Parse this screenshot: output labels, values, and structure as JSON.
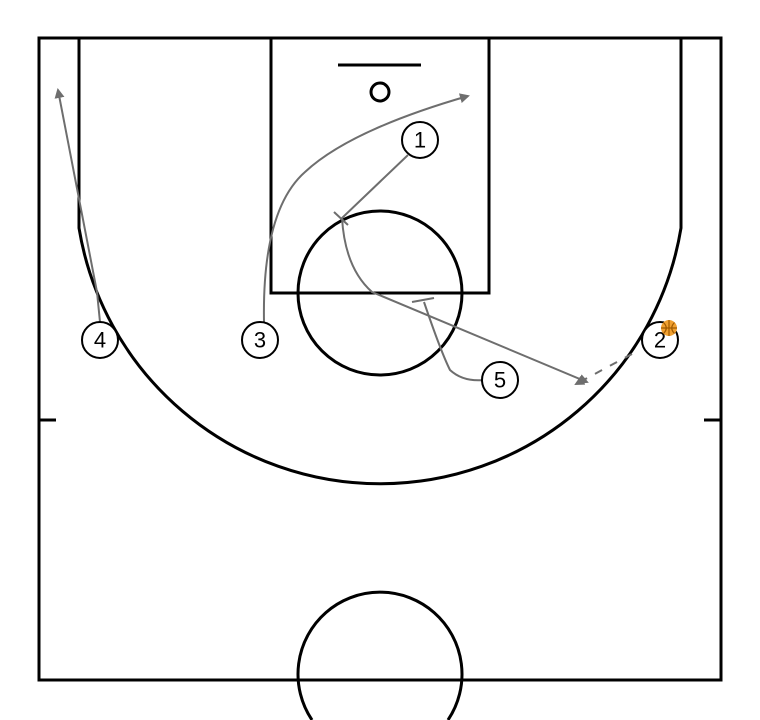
{
  "diagram": {
    "colors": {
      "court_lines": "#000000",
      "movement": "#6e6e6e",
      "ball": "#f0a030",
      "ball_seam": "#a05a00",
      "background": "#ffffff"
    },
    "players": [
      {
        "id": "p1",
        "label": "1"
      },
      {
        "id": "p2",
        "label": "2",
        "has_ball": true
      },
      {
        "id": "p3",
        "label": "3"
      },
      {
        "id": "p4",
        "label": "4"
      },
      {
        "id": "p5",
        "label": "5"
      }
    ],
    "actions": [
      {
        "from": "1",
        "type": "cut"
      },
      {
        "from": "3",
        "type": "cut"
      },
      {
        "from": "4",
        "type": "cut"
      },
      {
        "from": "5",
        "type": "screen"
      },
      {
        "from": "2",
        "type": "pass"
      }
    ]
  }
}
